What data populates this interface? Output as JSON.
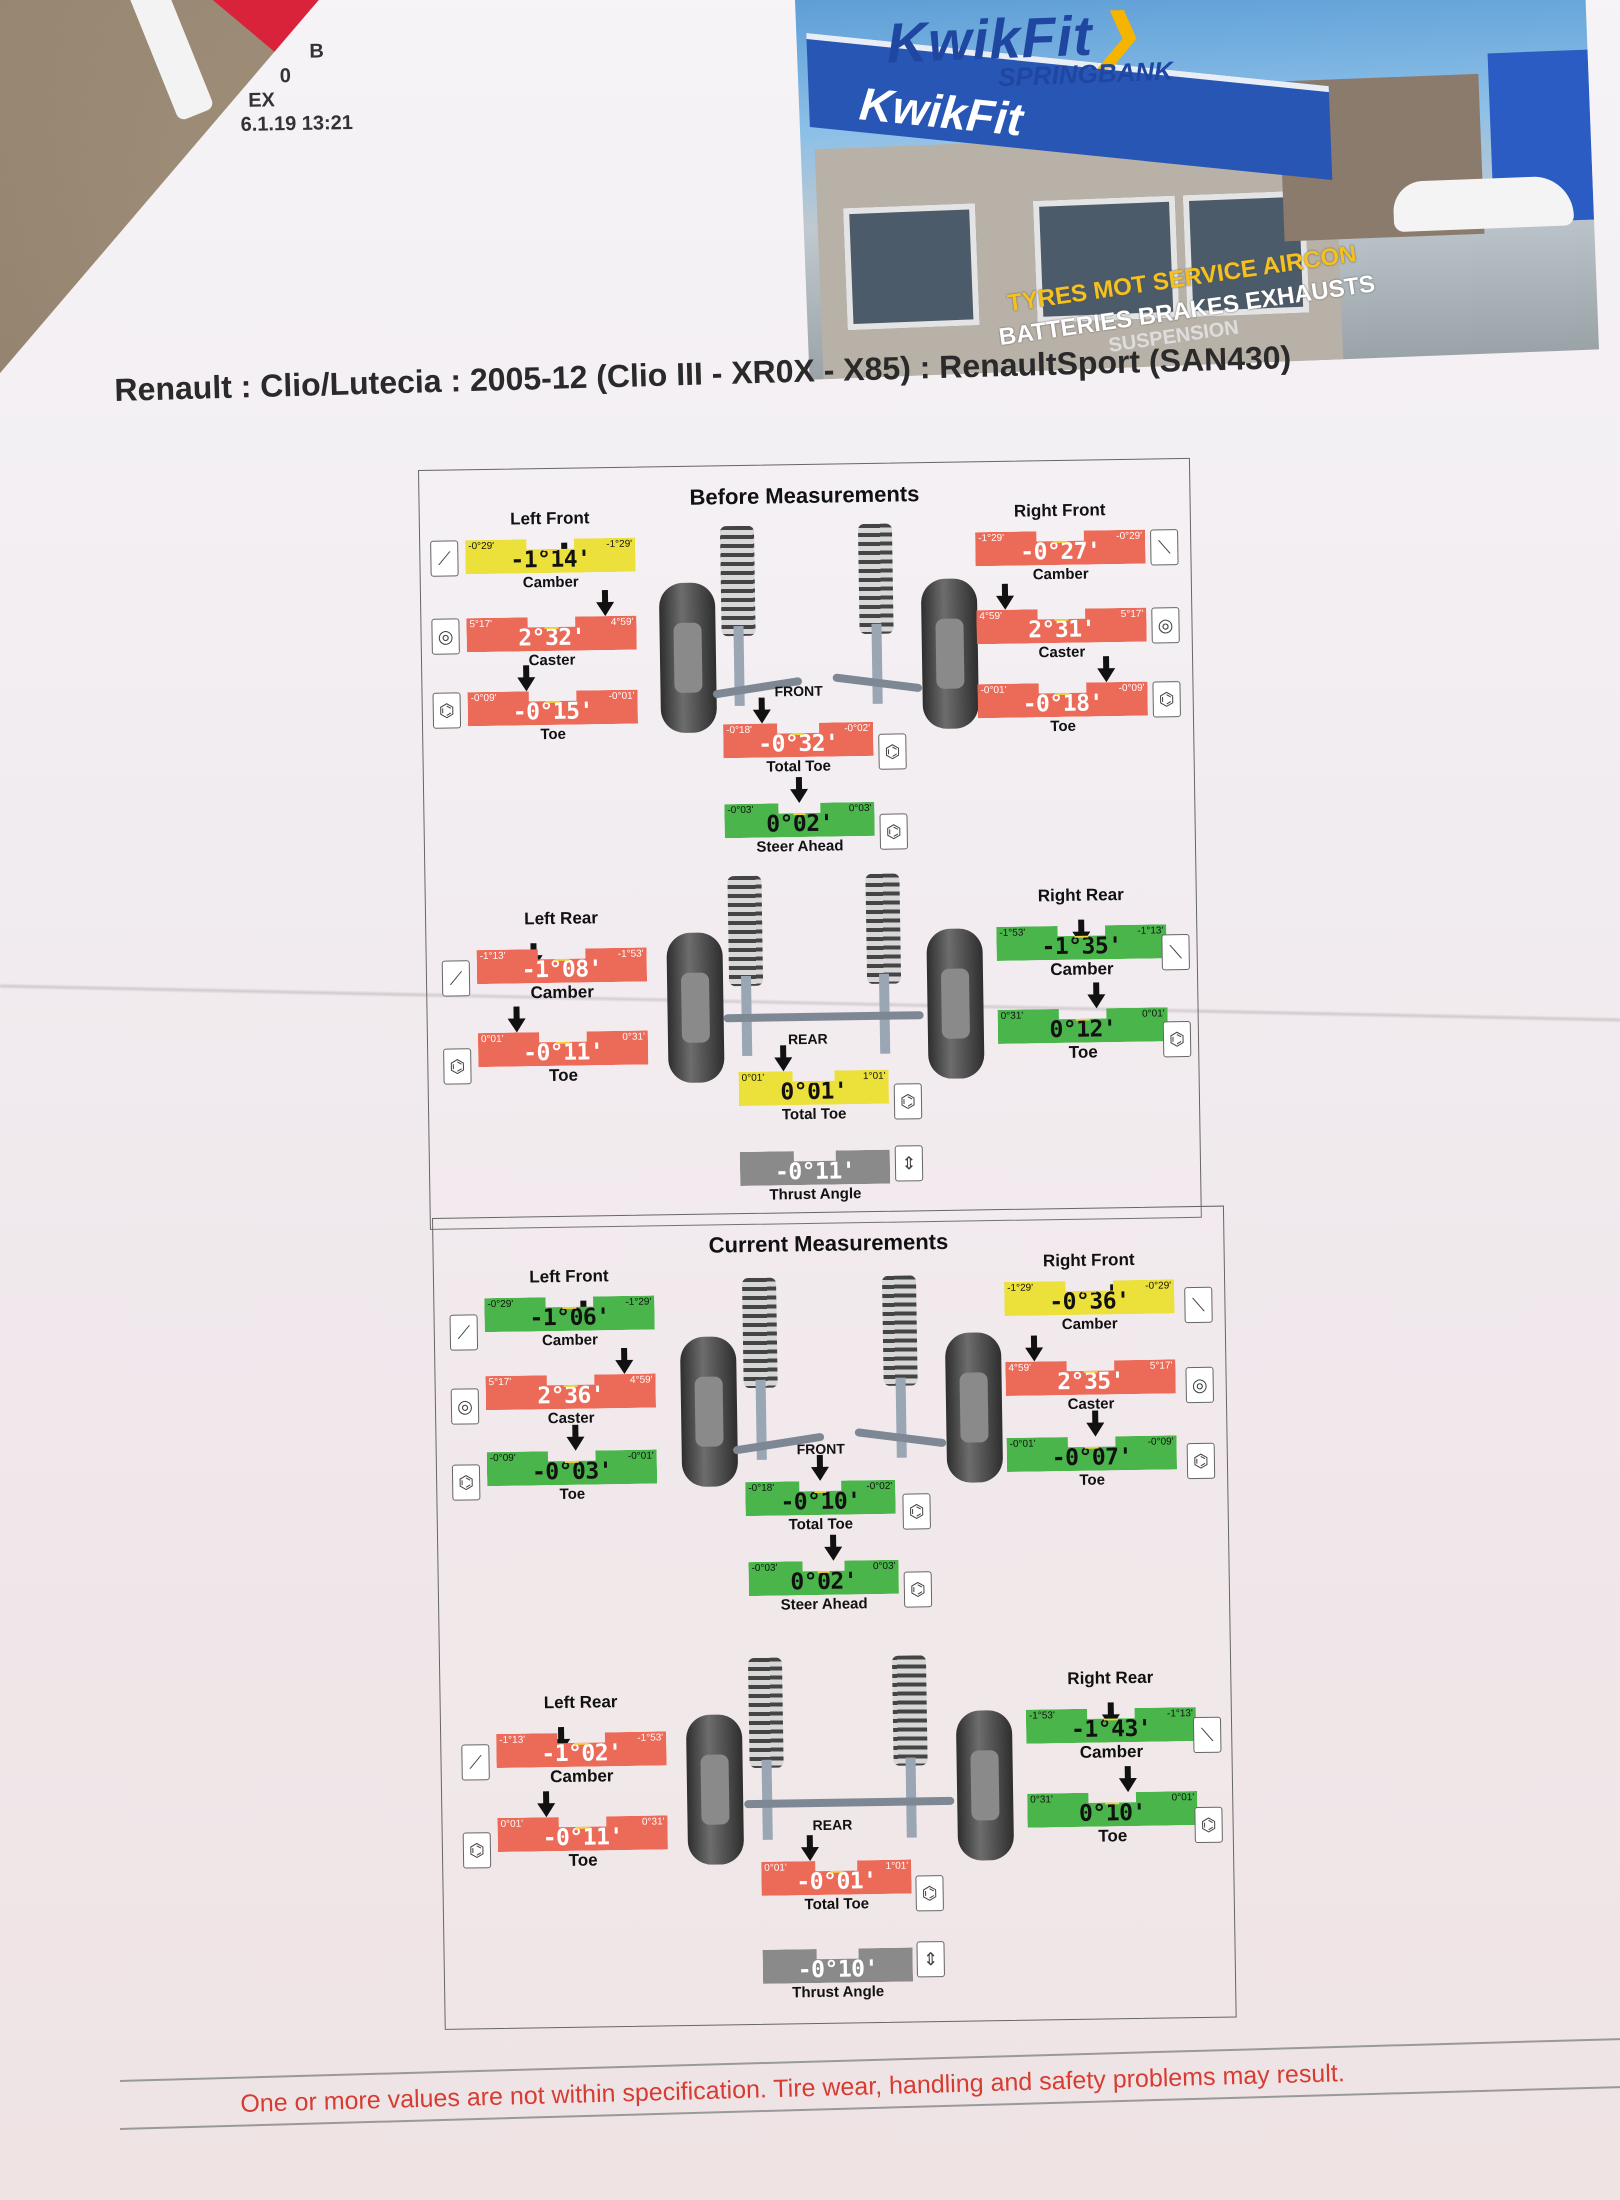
{
  "header": {
    "shop_lines": [
      "B",
      "0",
      "EX",
      "6.1.19 13:21"
    ],
    "banner": {
      "brand": "KwikFit",
      "branch": "SPRINGBANK",
      "canopy": "KwikFit",
      "services_line1": "TYRES MOT SERVICE AIRCON",
      "services_line2": "BATTERIES BRAKES EXHAUSTS",
      "services_line3": "SUSPENSION"
    }
  },
  "vehicle": "Renault : Clio/Lutecia : 2005-12 (Clio III - XR0X - X85) : RenaultSport (SAN430)",
  "sections": {
    "before": {
      "title": "Before Measurements",
      "left_front": {
        "label": "Left Front",
        "camber": {
          "name": "Camber",
          "min": "-0°29'",
          "max": "-1°29'",
          "value": "-1°14'",
          "status": "yellow"
        },
        "caster": {
          "name": "Caster",
          "min": "5°17'",
          "max": "4°59'",
          "value": "2°32'",
          "status": "red"
        },
        "toe": {
          "name": "Toe",
          "min": "-0°09'",
          "max": "-0°01'",
          "value": "-0°15'",
          "status": "red"
        }
      },
      "right_front": {
        "label": "Right Front",
        "camber": {
          "name": "Camber",
          "min": "-1°29'",
          "max": "-0°29'",
          "value": "-0°27'",
          "status": "red"
        },
        "caster": {
          "name": "Caster",
          "min": "4°59'",
          "max": "5°17'",
          "value": "2°31'",
          "status": "red"
        },
        "toe": {
          "name": "Toe",
          "min": "-0°01'",
          "max": "-0°09'",
          "value": "-0°18'",
          "status": "red"
        }
      },
      "front_total_toe": {
        "name": "Total Toe",
        "min": "-0°18'",
        "max": "-0°02'",
        "value": "-0°32'",
        "status": "red"
      },
      "steer_ahead": {
        "name": "Steer Ahead",
        "min": "-0°03'",
        "max": "0°03'",
        "value": "0°02'",
        "status": "green"
      },
      "left_rear": {
        "label": "Left Rear",
        "camber": {
          "name": "Camber",
          "min": "-1°13'",
          "max": "-1°53'",
          "value": "-1°08'",
          "status": "red"
        },
        "toe": {
          "name": "Toe",
          "min": "0°01'",
          "max": "0°31'",
          "value": "-0°11'",
          "status": "red"
        }
      },
      "right_rear": {
        "label": "Right Rear",
        "camber": {
          "name": "Camber",
          "min": "-1°53'",
          "max": "-1°13'",
          "value": "-1°35'",
          "status": "green"
        },
        "toe": {
          "name": "Toe",
          "min": "0°31'",
          "max": "0°01'",
          "value": "0°12'",
          "status": "green"
        }
      },
      "rear_total_toe": {
        "name": "Total Toe",
        "min": "0°01'",
        "max": "1°01'",
        "value": "0°01'",
        "status": "yellow"
      },
      "thrust_angle": {
        "name": "Thrust Angle",
        "value": "-0°11'",
        "status": "grey"
      },
      "front_label": "FRONT",
      "rear_label": "REAR"
    },
    "current": {
      "title": "Current Measurements",
      "left_front": {
        "label": "Left Front",
        "camber": {
          "name": "Camber",
          "min": "-0°29'",
          "max": "-1°29'",
          "value": "-1°06'",
          "status": "green"
        },
        "caster": {
          "name": "Caster",
          "min": "5°17'",
          "max": "4°59'",
          "value": "2°36'",
          "status": "red"
        },
        "toe": {
          "name": "Toe",
          "min": "-0°09'",
          "max": "-0°01'",
          "value": "-0°03'",
          "status": "green"
        }
      },
      "right_front": {
        "label": "Right Front",
        "camber": {
          "name": "Camber",
          "min": "-1°29'",
          "max": "-0°29'",
          "value": "-0°36'",
          "status": "yellow"
        },
        "caster": {
          "name": "Caster",
          "min": "4°59'",
          "max": "5°17'",
          "value": "2°35'",
          "status": "red"
        },
        "toe": {
          "name": "Toe",
          "min": "-0°01'",
          "max": "-0°09'",
          "value": "-0°07'",
          "status": "green"
        }
      },
      "front_total_toe": {
        "name": "Total Toe",
        "min": "-0°18'",
        "max": "-0°02'",
        "value": "-0°10'",
        "status": "green"
      },
      "steer_ahead": {
        "name": "Steer Ahead",
        "min": "-0°03'",
        "max": "0°03'",
        "value": "0°02'",
        "status": "green"
      },
      "left_rear": {
        "label": "Left Rear",
        "camber": {
          "name": "Camber",
          "min": "-1°13'",
          "max": "-1°53'",
          "value": "-1°02'",
          "status": "red"
        },
        "toe": {
          "name": "Toe",
          "min": "0°01'",
          "max": "0°31'",
          "value": "-0°11'",
          "status": "red"
        }
      },
      "right_rear": {
        "label": "Right Rear",
        "camber": {
          "name": "Camber",
          "min": "-1°53'",
          "max": "-1°13'",
          "value": "-1°43'",
          "status": "green"
        },
        "toe": {
          "name": "Toe",
          "min": "0°31'",
          "max": "0°01'",
          "value": "0°10'",
          "status": "green"
        }
      },
      "rear_total_toe": {
        "name": "Total Toe",
        "min": "0°01'",
        "max": "1°01'",
        "value": "-0°01'",
        "status": "red"
      },
      "thrust_angle": {
        "name": "Thrust Angle",
        "value": "-0°10'",
        "status": "grey"
      },
      "front_label": "FRONT",
      "rear_label": "REAR"
    }
  },
  "warning": "One or more values are not within specification.  Tire wear, handling and safety problems may result.",
  "colors": {
    "red": "#ec6a58",
    "green": "#4ab54a",
    "yellow": "#ece03a",
    "grey": "#8a8a8a",
    "warning": "#d63c32"
  }
}
